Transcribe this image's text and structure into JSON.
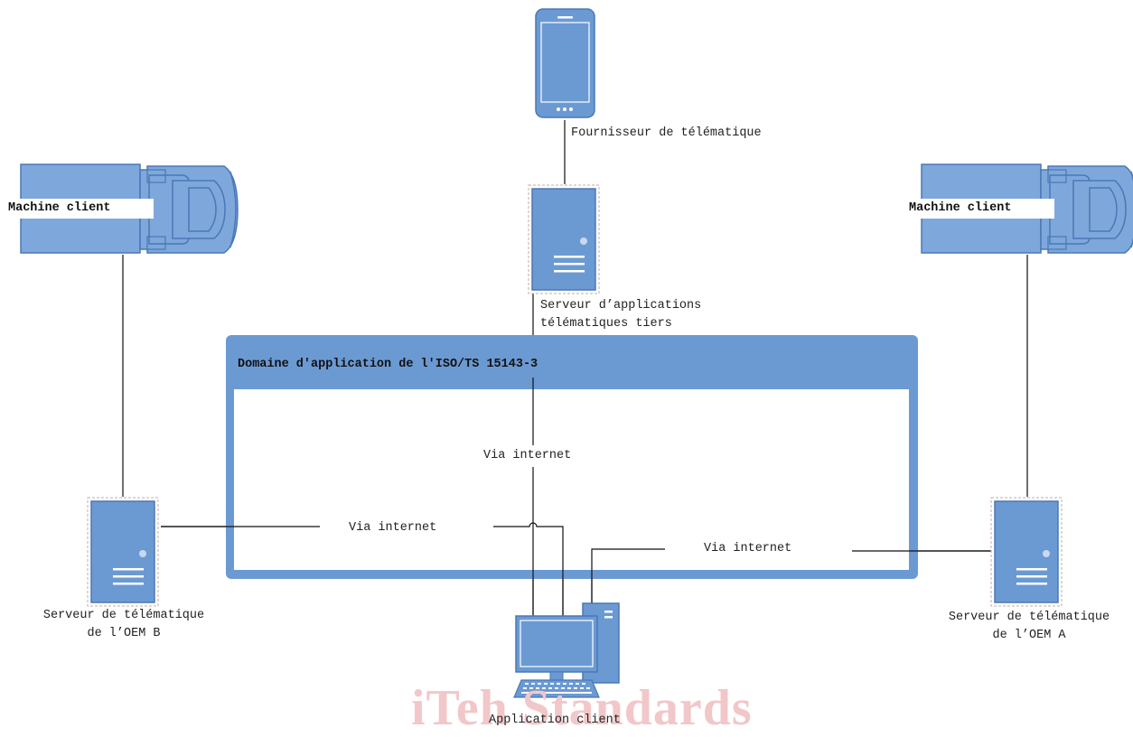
{
  "colors": {
    "device_fill": "#6b9ad3",
    "device_stroke": "#4a78b5",
    "line": "#111111",
    "domain_bar": "#6b9ad3",
    "watermark": "#f2c7c9"
  },
  "nodes": {
    "telematics_provider": {
      "label": "Fournisseur de télématique",
      "icon": "smartphone-icon"
    },
    "third_party_server": {
      "label_line1": "Serveur d’applications",
      "label_line2": "télématiques tiers",
      "icon": "server-icon"
    },
    "machine_left": {
      "label": "Machine client",
      "icon": "truck-icon"
    },
    "machine_right": {
      "label": "Machine client",
      "icon": "truck-icon"
    },
    "oem_b_server": {
      "label_line1": "Serveur de télématique",
      "label_line2": "de l’OEM B",
      "icon": "server-icon"
    },
    "oem_a_server": {
      "label_line1": "Serveur de télématique",
      "label_line2": "de l’OEM A",
      "icon": "server-icon"
    },
    "client_app": {
      "label": "Application client",
      "icon": "desktop-computer-icon"
    }
  },
  "domain": {
    "title": "Domaine d'application de l'ISO/TS 15143-3"
  },
  "links": {
    "center": "Via internet",
    "left": "Via internet",
    "right": "Via internet"
  },
  "watermark": {
    "text": "iTeh Standards"
  }
}
